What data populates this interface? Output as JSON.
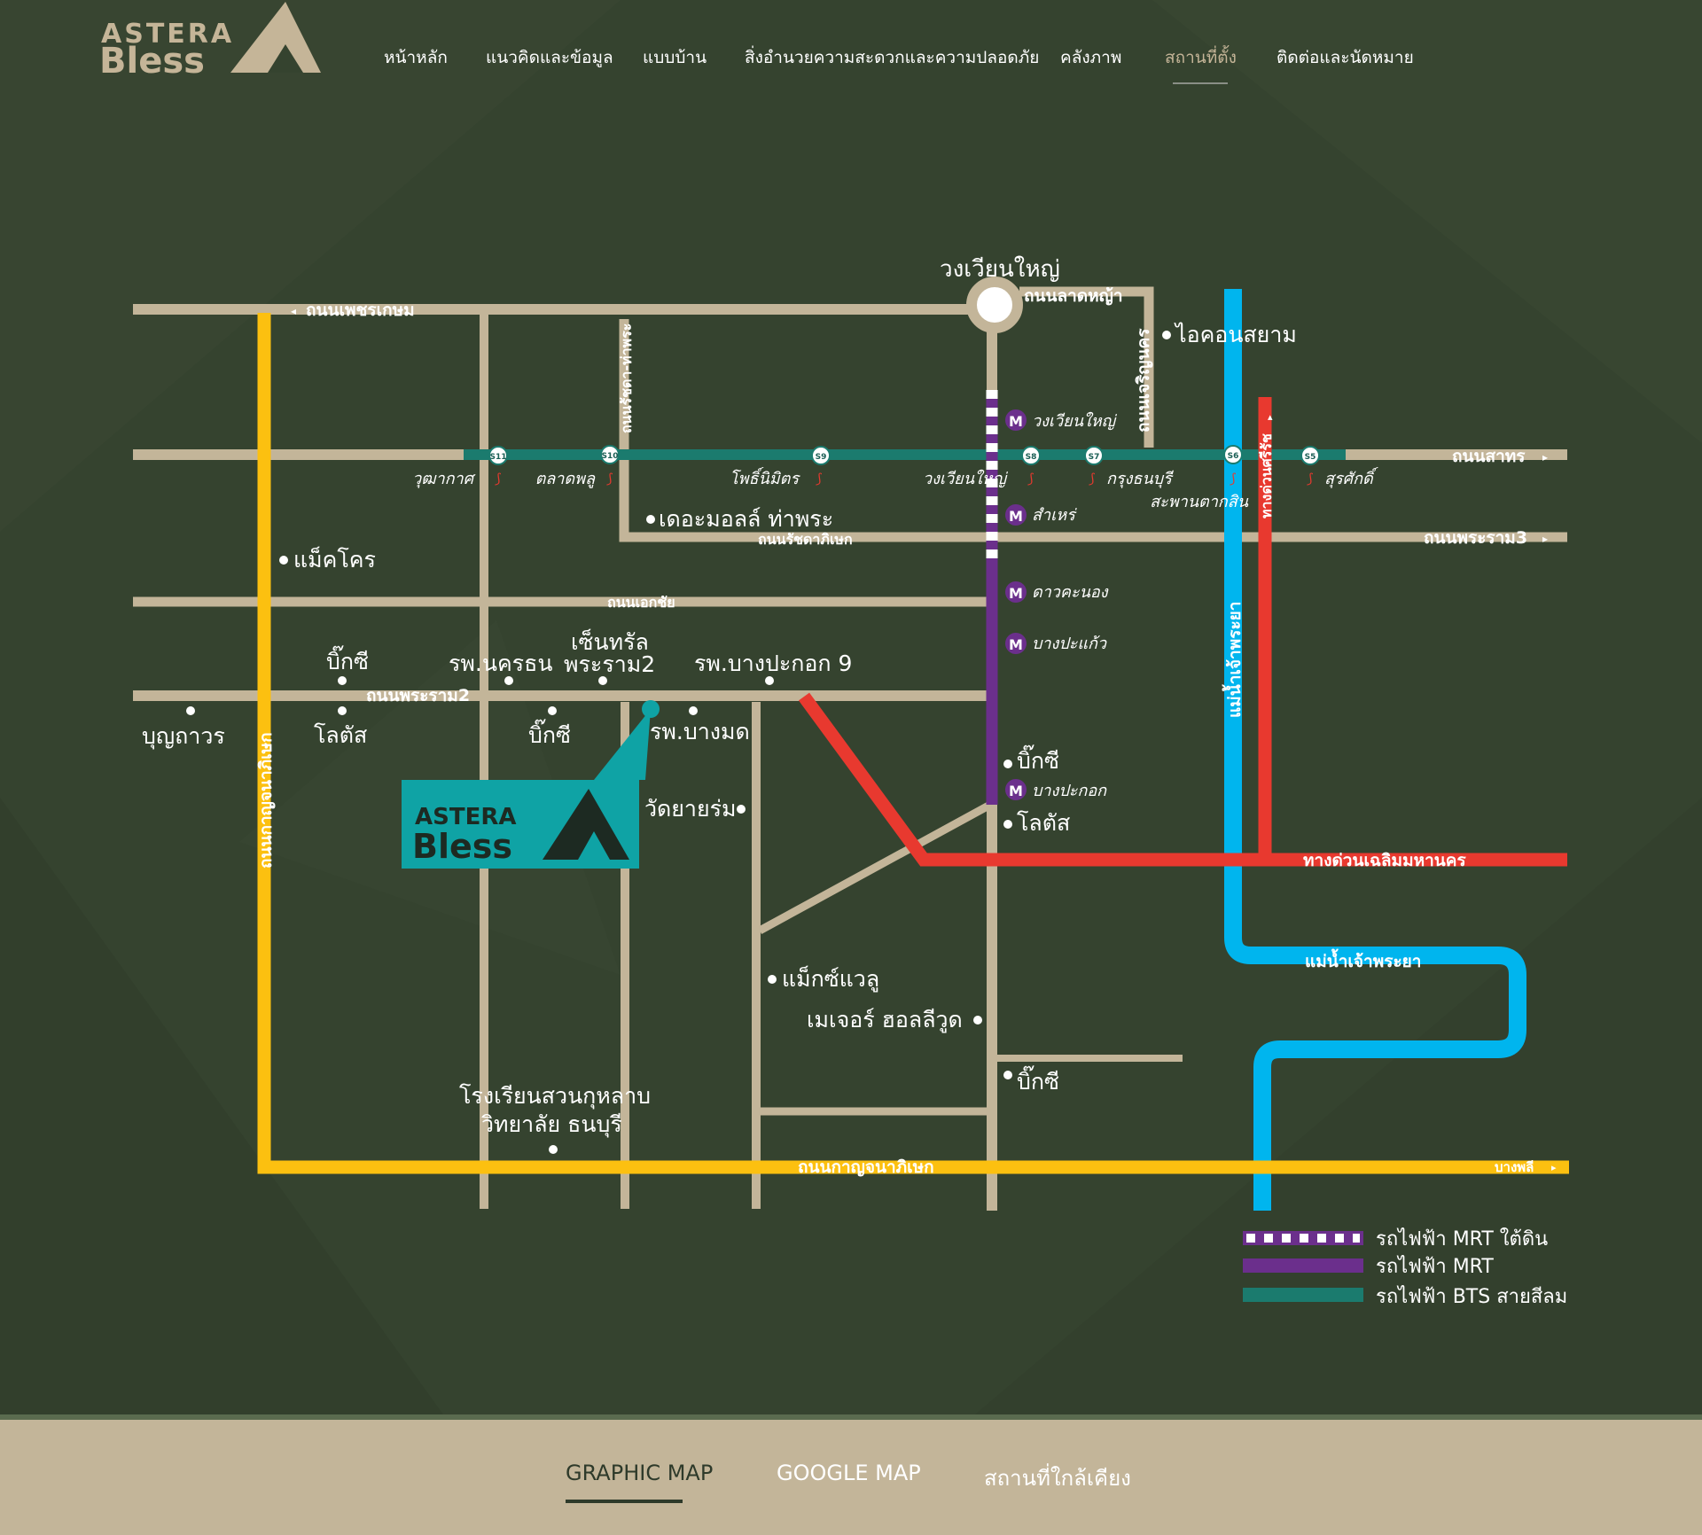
{
  "brand": {
    "logo_line1": "ASTERA",
    "logo_line2": "Bless"
  },
  "nav": {
    "items": [
      {
        "label": "หน้าหลัก"
      },
      {
        "label": "แนวคิดและข้อมูล"
      },
      {
        "label": "แบบบ้าน"
      },
      {
        "label": "สิ่งอำนวยความสะดวกและความปลอดภัย"
      },
      {
        "label": "คลังภาพ"
      },
      {
        "label": "สถานที่ตั้ง"
      },
      {
        "label": "ติดต่อและนัดหมาย"
      }
    ],
    "active_index": 5
  },
  "colors": {
    "background": "#35432f",
    "road": "#c3b599",
    "highway_yellow": "#fcc010",
    "expressway_red": "#e8392f",
    "river_blue": "#00b5ee",
    "mrt_purple": "#6b2f8c",
    "bts_teal": "#1b7b6e",
    "project_teal": "#0fa3a5"
  },
  "map": {
    "circle_label": "วงเวียนใหญ่",
    "roads": {
      "phetkasem": "ถนนเพชรเกษม",
      "lat_ya": "ถนนลาดหญ้า",
      "charoen_nakhon": "ถนนเจริญนคร",
      "ratchada_tha_phra": "ถนนรัชดา-ท่าพระ",
      "sathorn": "ถนนสาทร",
      "rachadapisek": "ถนนรัชดาภิเษก",
      "rama3": "ถนนพระราม3",
      "ekkachai": "ถนนเอกชัย",
      "rama2": "ถนนพระราม2",
      "kanchana_vertical": "ถนนกาญจนาภิเษก",
      "kanchana": "ถนนกาญจนาภิเษก",
      "bang_phli": "บางพลี",
      "si_rat": "ทางด่วนศรีรัช",
      "chaloem": "ทางด่วนเฉลิมมหานคร",
      "river_vertical": "แม่น้ำเจ้าพระยา",
      "river_lower": "แม่น้ำเจ้าพระยา"
    },
    "bts_stations": [
      {
        "code": "S11",
        "name": "วุฒากาศ"
      },
      {
        "code": "S10",
        "name": "ตลาดพลู"
      },
      {
        "code": "S9",
        "name": "โพธิ์นิมิตร"
      },
      {
        "code": "S8",
        "name": "วงเวียนใหญ่"
      },
      {
        "code": "S7",
        "name": "กรุงธนบุรี"
      },
      {
        "code": "S6",
        "name": "สะพานตากสิน"
      },
      {
        "code": "S5",
        "name": "สุรศักดิ์"
      }
    ],
    "mrt_stations": [
      {
        "name": "วงเวียนใหญ่"
      },
      {
        "name": "สำเหร่"
      },
      {
        "name": "ดาวคะนอง"
      },
      {
        "name": "บางปะแก้ว"
      },
      {
        "name": "บางปะกอก"
      }
    ],
    "mrt_badge": "M",
    "places": {
      "iconsiam": "ไอคอนสยาม",
      "mall_thapra": "เดอะมอลล์ ท่าพระ",
      "makro": "แม็คโคร",
      "bigc1": "บิ๊กซี",
      "nakhon": "รพ.นครธน",
      "central1": "เซ็นทรัล",
      "central2": "พระราม2",
      "bangpakok9": "รพ.บางปะกอก 9",
      "boonthavorn": "บุญถาวร",
      "lotus1": "โลตัส",
      "bigc2": "บิ๊กซี",
      "bangmod": "รพ.บางมด",
      "wat": "วัดยายร่ม",
      "bigc3": "บิ๊กซี",
      "lotus2": "โลตัส",
      "maxvalu": "แม็กซ์แวลู",
      "major": "เมเจอร์ ฮอลลีวูด",
      "bigc4": "บิ๊กซี",
      "school1": "โรงเรียนสวนกุหลาบ",
      "school2": "วิทยาลัย ธนบุรี"
    },
    "project": {
      "line1": "ASTERA",
      "line2": "Bless"
    }
  },
  "legend": {
    "mrt_underground": "รถไฟฟ้า MRT ใต้ดิน",
    "mrt": "รถไฟฟ้า MRT",
    "bts": "รถไฟฟ้า BTS สายสีลม"
  },
  "tabs": [
    {
      "label": "GRAPHIC MAP"
    },
    {
      "label": "GOOGLE MAP"
    },
    {
      "label": "สถานที่ใกล้เคียง"
    }
  ],
  "active_tab": 0
}
